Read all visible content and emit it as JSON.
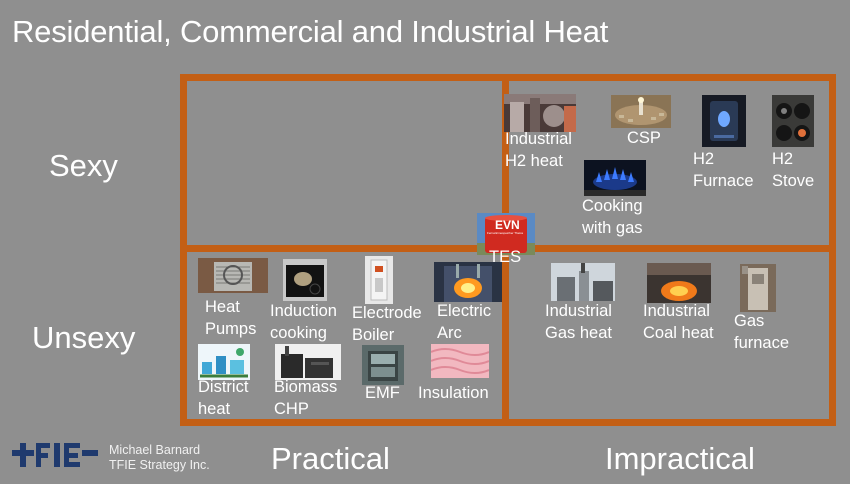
{
  "slide": {
    "title": "Residential, Commercial and Industrial Heat",
    "axes": {
      "row_top": "Sexy",
      "row_bottom": "Unsexy",
      "col_left": "Practical",
      "col_right": "Impractical"
    },
    "quadrants": {
      "sexy_practical": [],
      "sexy_impractical": [
        {
          "label_lines": [
            "Industrial",
            "H2 heat"
          ],
          "image": "industrial-h2-plant-photo"
        },
        {
          "label_lines": [
            "CSP"
          ],
          "image": "concentrated-solar-photo"
        },
        {
          "label_lines": [
            "H2",
            "Furnace"
          ],
          "image": "h2-furnace-photo"
        },
        {
          "label_lines": [
            "H2",
            "Stove"
          ],
          "image": "h2-stove-photo"
        },
        {
          "label_lines": [
            "Cooking",
            "with gas"
          ],
          "image": "gas-flame-photo"
        }
      ],
      "unsexy_practical": [
        {
          "label_lines": [
            "Heat",
            "Pumps"
          ],
          "image": "heat-pump-photo"
        },
        {
          "label_lines": [
            "Induction",
            "cooking"
          ],
          "image": "induction-cooktop-photo"
        },
        {
          "label_lines": [
            "Electrode",
            "Boiler"
          ],
          "image": "electrode-boiler-photo"
        },
        {
          "label_lines": [
            "Electric",
            "Arc"
          ],
          "image": "electric-arc-furnace-photo"
        },
        {
          "label_lines": [
            "District",
            "heat"
          ],
          "image": "district-heat-diagram"
        },
        {
          "label_lines": [
            "Biomass",
            "CHP"
          ],
          "image": "biomass-chp-plant-photo"
        },
        {
          "label_lines": [
            "EMF"
          ],
          "image": "emf-heater-photo"
        },
        {
          "label_lines": [
            "Insulation"
          ],
          "image": "insulation-photo"
        }
      ],
      "unsexy_impractical": [
        {
          "label_lines": [
            "Industrial",
            "Gas heat"
          ],
          "image": "gas-heat-plant-photo"
        },
        {
          "label_lines": [
            "Industrial",
            "Coal heat"
          ],
          "image": "coal-furnace-photo"
        },
        {
          "label_lines": [
            "Gas",
            "furnace"
          ],
          "image": "gas-furnace-photo"
        }
      ]
    },
    "center_item": {
      "label": "TES",
      "tank_text": "EVN",
      "tank_subtext": "Fernwärmespeicher Theiss",
      "image": "thermal-storage-tank-photo"
    },
    "colors": {
      "background": "#8f8f8f",
      "frame": "#c35f15",
      "text": "#ffffff",
      "logo": "#1f3a6e"
    },
    "footer": {
      "author": "Michael Barnard",
      "company": "TFIE Strategy Inc.",
      "logo_icon": "tfie-logo-icon"
    }
  }
}
